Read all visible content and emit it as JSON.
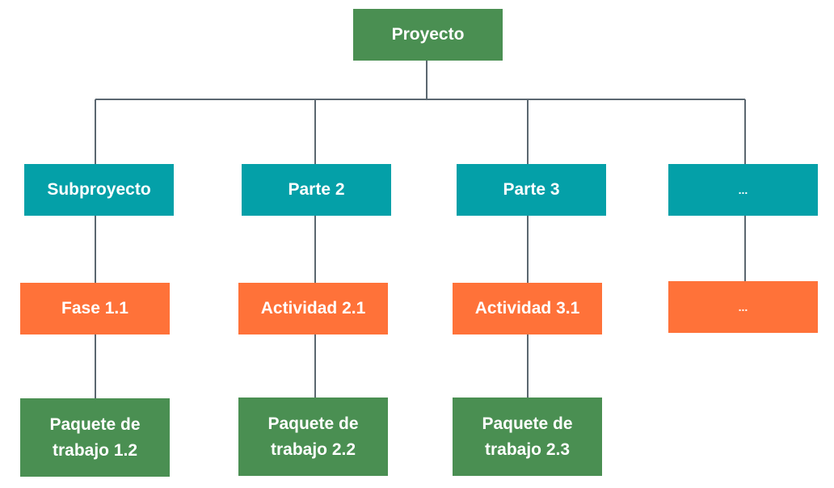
{
  "diagram": {
    "root": {
      "label": "Proyecto",
      "color": "#4a8f52"
    },
    "level1": [
      {
        "label": "Subproyecto",
        "color": "#04a0a8"
      },
      {
        "label": "Parte 2",
        "color": "#04a0a8"
      },
      {
        "label": "Parte 3",
        "color": "#04a0a8"
      },
      {
        "label": "...",
        "color": "#04a0a8"
      }
    ],
    "level2": [
      {
        "label": "Fase 1.1",
        "color": "#ff7239"
      },
      {
        "label": "Actividad 2.1",
        "color": "#ff7239"
      },
      {
        "label": "Actividad 3.1",
        "color": "#ff7239"
      },
      {
        "label": "...",
        "color": "#ff7239"
      }
    ],
    "level3": [
      {
        "line1": "Paquete de",
        "line2": "trabajo 1.2",
        "color": "#4a8f52"
      },
      {
        "line1": "Paquete de",
        "line2": "trabajo 2.2",
        "color": "#4a8f52"
      },
      {
        "line1": "Paquete de",
        "line2": "trabajo 2.3",
        "color": "#4a8f52"
      }
    ],
    "connector_color": "#5b6770"
  }
}
